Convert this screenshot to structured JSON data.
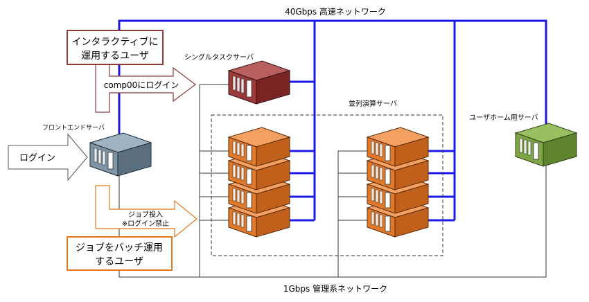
{
  "network": {
    "high_speed": "40Gbps 高速ネットワーク",
    "management": "1Gbps 管理系ネットワーク"
  },
  "servers": {
    "single_task": "シングルタスクサーバ",
    "parallel": "並列演算サーバ",
    "user_home": "ユーザホーム用サーバ",
    "frontend": "フロントエンドサーバ"
  },
  "users": {
    "interactive_line1": "インタラクティブに",
    "interactive_line2": "運用するユーザ",
    "batch_line1": "ジョブをバッチ運用",
    "batch_line2": "するユーザ"
  },
  "arrows": {
    "login": "ログイン",
    "comp_login": "comp00にログイン",
    "job_submit": "ジョブ投入",
    "no_login": "※ログイン禁止"
  },
  "colors": {
    "high_speed_line": "#1a1ae6",
    "management_line": "#333333",
    "single_task_server": "#8b2e2e",
    "parallel_server": "#e07a2a",
    "user_home_server": "#6d9a3a",
    "frontend_server": "#6f8a9c",
    "interactive_box_border": "#8b3a3a",
    "batch_box_border": "#e07a1a"
  }
}
